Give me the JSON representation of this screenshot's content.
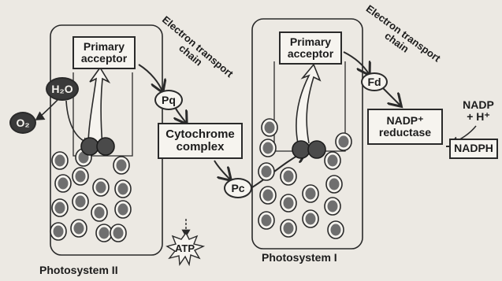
{
  "photosystem_2": {
    "label": "Photosystem II",
    "primary_acceptor": [
      "Primary",
      "acceptor"
    ],
    "water": "H₂O",
    "oxygen": "O₂"
  },
  "photosystem_1": {
    "label": "Photosystem I",
    "primary_acceptor": [
      "Primary",
      "acceptor"
    ]
  },
  "etc_1": {
    "label": [
      "Electron transport",
      "chain"
    ],
    "pq": "Pq",
    "cytochrome": [
      "Cytochrome",
      "complex"
    ],
    "pc": "Pc"
  },
  "etc_2": {
    "label": [
      "Electron transport",
      "chain"
    ],
    "fd": "Fd",
    "reductase": [
      "NADP⁺",
      "reductase"
    ],
    "nadp_in": [
      "NADP",
      "+ H⁺"
    ],
    "nadph": "NADPH"
  },
  "atp": "ATP",
  "colors": {
    "background": "#ece9e3",
    "line": "#2a2a2a",
    "box_fill": "#f6f4ef",
    "pigment": "#6f6f6f"
  }
}
